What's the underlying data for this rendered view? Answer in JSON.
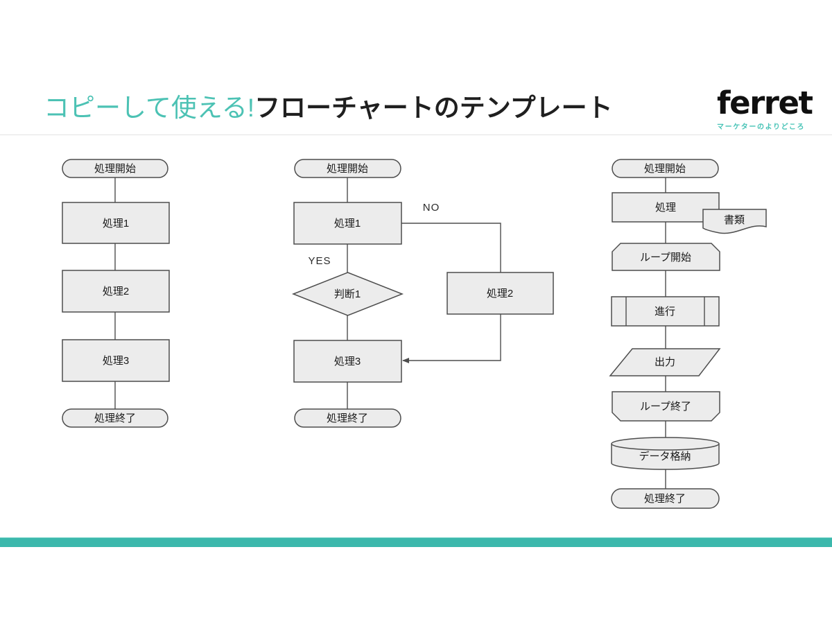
{
  "header": {
    "title_highlight": "コピーして使える!",
    "title_rest": "フローチャートのテンプレート",
    "logo_text": "ferret",
    "logo_tagline": "マーケターのよりどころ"
  },
  "colors": {
    "accent_teal": "#4cc2b4",
    "bar_teal": "#3cb8ac",
    "shape_fill": "#ececec",
    "shape_stroke": "#4d4d4d",
    "title_dark": "#1f1f1f"
  },
  "flowcharts": [
    {
      "name": "basic-sequence",
      "nodes": {
        "start": "処理開始",
        "p1": "処理1",
        "p2": "処理2",
        "p3": "処理3",
        "end": "処理終了"
      }
    },
    {
      "name": "decision-branch",
      "nodes": {
        "start": "処理開始",
        "p1": "処理1",
        "decision": "判断1",
        "p2": "処理2",
        "p3": "処理3",
        "end": "処理終了"
      },
      "labels": {
        "no": "NO",
        "yes": "YES"
      }
    },
    {
      "name": "loop-io",
      "nodes": {
        "start": "処理開始",
        "process": "処理",
        "document": "書類",
        "loop_start": "ループ開始",
        "predefined": "進行",
        "output": "出力",
        "loop_end": "ループ終了",
        "data_store": "データ格納",
        "end": "処理終了"
      }
    }
  ]
}
